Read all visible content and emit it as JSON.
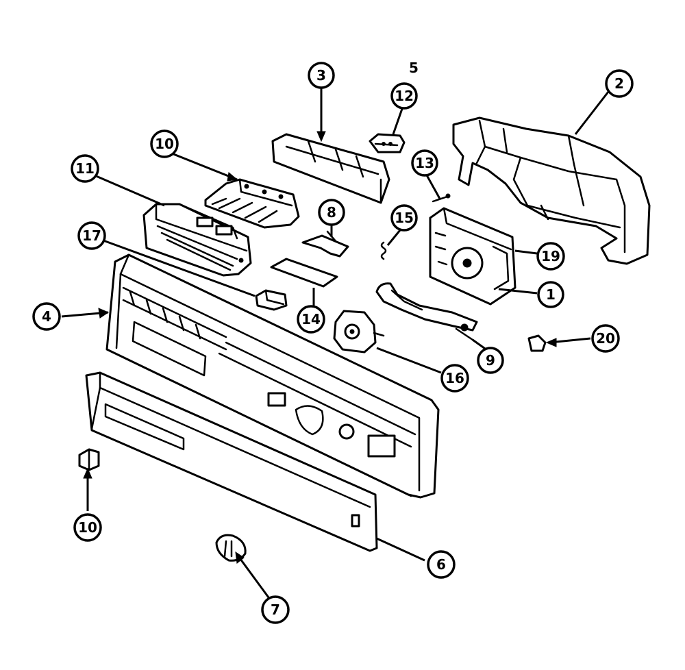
{
  "diagram": {
    "callouts": [
      {
        "id": "c1",
        "label": "1"
      },
      {
        "id": "c2",
        "label": "2"
      },
      {
        "id": "c3",
        "label": "3"
      },
      {
        "id": "c4",
        "label": "4"
      },
      {
        "id": "c5",
        "label": "5"
      },
      {
        "id": "c6",
        "label": "6"
      },
      {
        "id": "c7",
        "label": "7"
      },
      {
        "id": "c8",
        "label": "8"
      },
      {
        "id": "c9",
        "label": "9"
      },
      {
        "id": "c10",
        "label": "10"
      },
      {
        "id": "c10b",
        "label": "10"
      },
      {
        "id": "c11",
        "label": "11"
      },
      {
        "id": "c12",
        "label": "12"
      },
      {
        "id": "c13",
        "label": "13"
      },
      {
        "id": "c14",
        "label": "14"
      },
      {
        "id": "c15",
        "label": "15"
      },
      {
        "id": "c16",
        "label": "16"
      },
      {
        "id": "c17",
        "label": "17"
      },
      {
        "id": "c19",
        "label": "19"
      },
      {
        "id": "c20",
        "label": "20"
      }
    ]
  }
}
